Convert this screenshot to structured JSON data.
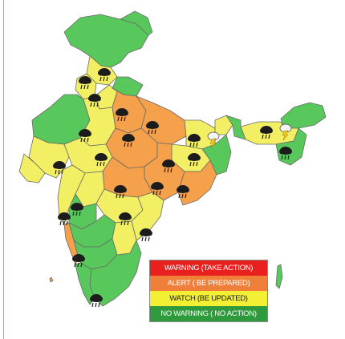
{
  "colors": {
    "warning": "#e8211e",
    "alert": "#f5a04a",
    "watch": "#f2ef64",
    "no_warning": "#58c85c",
    "sea": "#ffffff",
    "border": "#6a6a6a"
  },
  "legend": {
    "items": [
      {
        "key": "warning",
        "label": "WARNING (TAKE ACTION)",
        "color": "#e8211e"
      },
      {
        "key": "alert",
        "label": "ALERT ( BE PREPARED)",
        "color": "#f07f3a"
      },
      {
        "key": "watch",
        "label": "WATCH (BE UPDATED)",
        "color": "#f2ef34"
      },
      {
        "key": "nowarn",
        "label": "NO WARNING ( NO ACTION)",
        "color": "#2e9a3b"
      }
    ]
  },
  "icons": {
    "thunderstorm": "thunderstorm-icon",
    "lightning": "lightning-icon"
  }
}
